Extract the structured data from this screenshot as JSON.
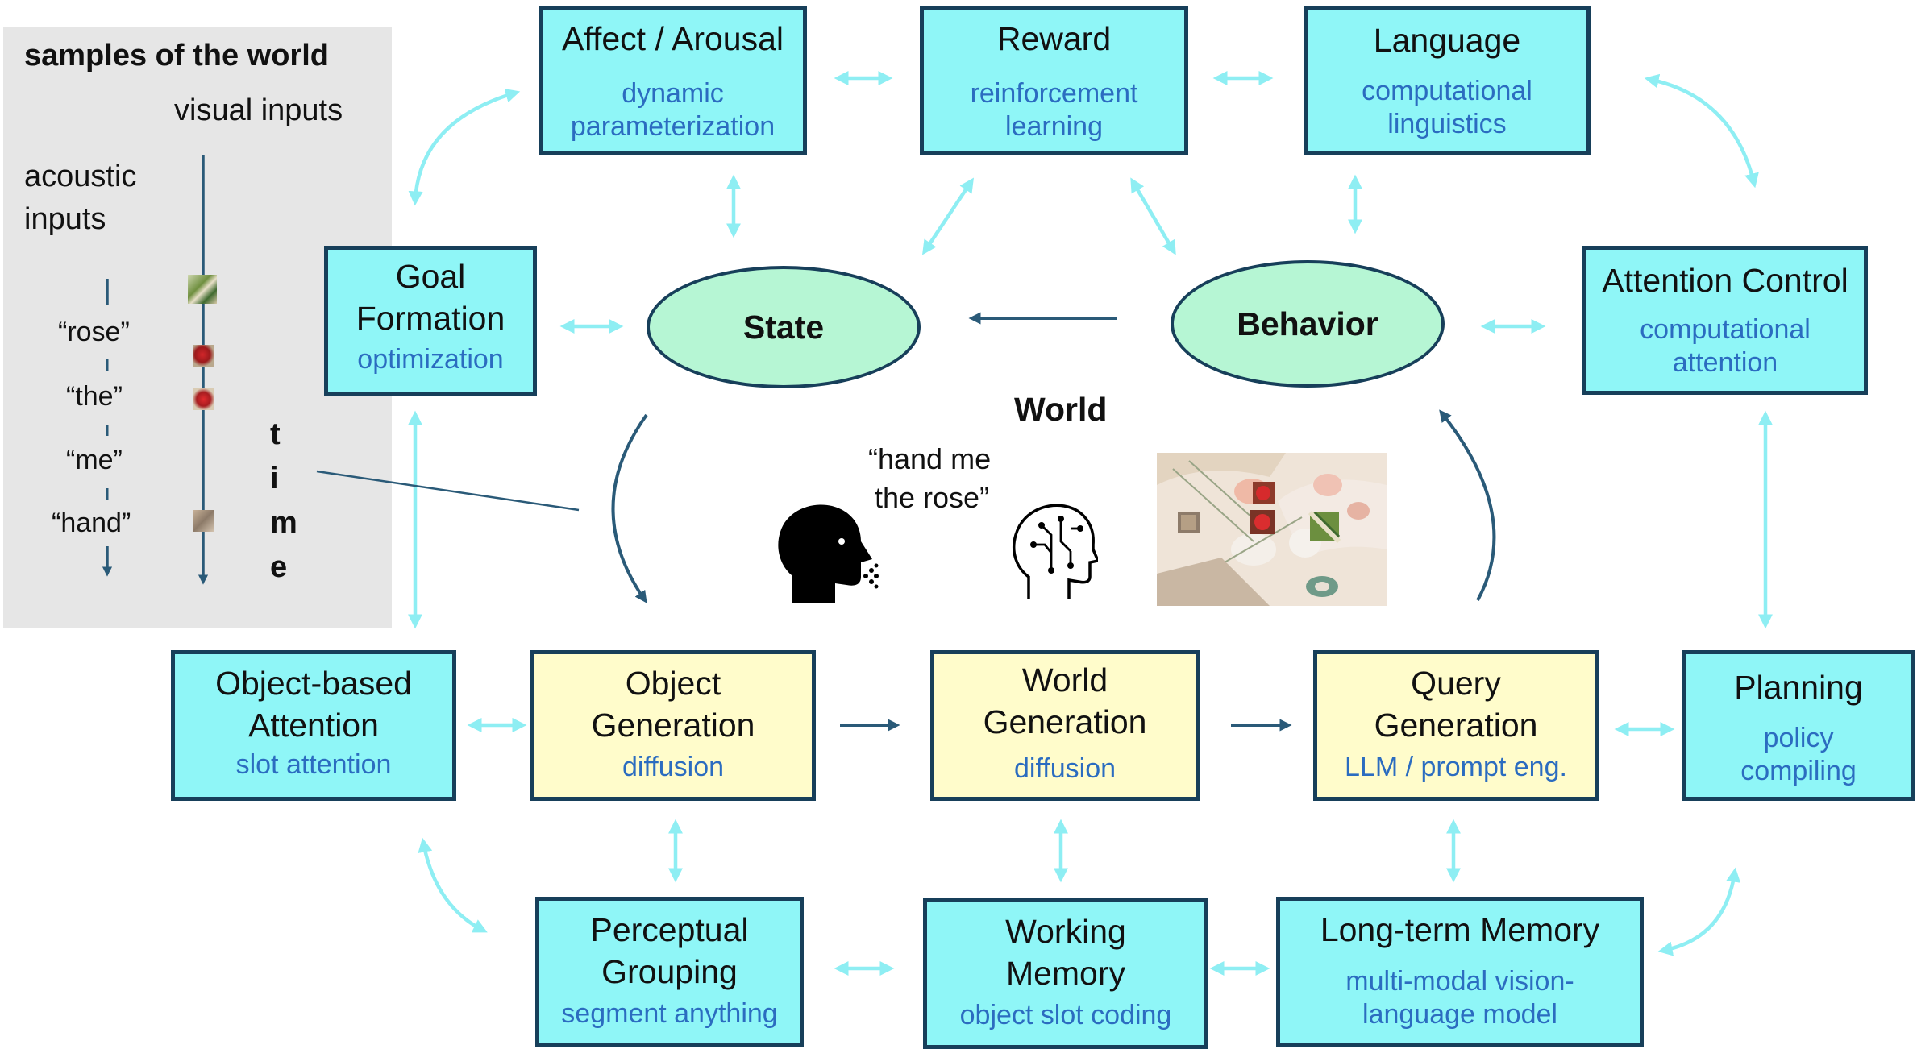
{
  "panel": {
    "title": "samples of the world",
    "visual_inputs": "visual inputs",
    "acoustic_inputs_line1": "acoustic",
    "acoustic_inputs_line2": "inputs",
    "words": [
      "“rose”",
      "“the”",
      "“me”",
      "“hand”"
    ],
    "time_letters": [
      "t",
      "i",
      "m",
      "e"
    ]
  },
  "boxes": {
    "affect": {
      "title": "Affect / Arousal",
      "sub1": "dynamic",
      "sub2": "parameterization"
    },
    "reward": {
      "title": "Reward",
      "sub1": "reinforcement",
      "sub2": "learning"
    },
    "language": {
      "title": "Language",
      "sub1": "computational",
      "sub2": "linguistics"
    },
    "goal": {
      "title1": "Goal",
      "title2": "Formation",
      "sub1": "optimization"
    },
    "attention_control": {
      "title": "Attention Control",
      "sub1": "computational",
      "sub2": "attention"
    },
    "object_attention": {
      "title1": "Object-based",
      "title2": "Attention",
      "sub1": "slot attention"
    },
    "object_generation": {
      "title1": "Object",
      "title2": "Generation",
      "sub1": "diffusion"
    },
    "world_generation": {
      "title1": "World",
      "title2": "Generation",
      "sub1": "diffusion"
    },
    "query_generation": {
      "title1": "Query",
      "title2": "Generation",
      "sub1": "LLM / prompt eng."
    },
    "planning": {
      "title": "Planning",
      "sub1": "policy",
      "sub2": "compiling"
    },
    "perceptual": {
      "title1": "Perceptual",
      "title2": "Grouping",
      "sub1": "segment anything"
    },
    "working_memory": {
      "title1": "Working",
      "title2": "Memory",
      "sub1": "object slot coding"
    },
    "long_term_memory": {
      "title": "Long-term Memory",
      "sub1": "multi-modal vision-",
      "sub2": "language model"
    }
  },
  "ellipses": {
    "state": "State",
    "behavior": "Behavior"
  },
  "world": {
    "label": "World",
    "quote_line1": "“hand me",
    "quote_line2": "the rose”"
  },
  "icons": [
    "speaking-head-icon",
    "ai-brain-head-icon",
    "rose-scene-image"
  ],
  "colors": {
    "box_cyan": "#8ff6f7",
    "box_yellow": "#fffccb",
    "ellipse_green": "#b6f6d4",
    "border_navy": "#173f5a",
    "arrow_light": "#8eeef3",
    "arrow_dark": "#2a5a78",
    "subtitle_blue": "#2b6cc0",
    "panel_gray": "#e6e6e6"
  }
}
